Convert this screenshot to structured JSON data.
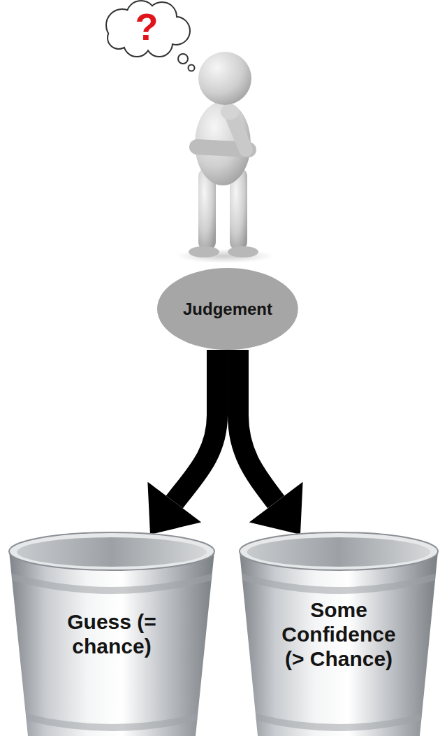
{
  "diagram": {
    "nodes": [
      {
        "text": [
          "Judgement"
        ]
      },
      {
        "text": [
          "Guess (= chance)"
        ]
      },
      {
        "text": [
          "Some Confidence (> Chance)"
        ]
      }
    ],
    "edges": [
      {
        "from": 0,
        "to": 1,
        "arrow": "to"
      },
      {
        "from": 0,
        "to": 2,
        "arrow": "to"
      }
    ],
    "labels": [
      "?"
    ]
  }
}
